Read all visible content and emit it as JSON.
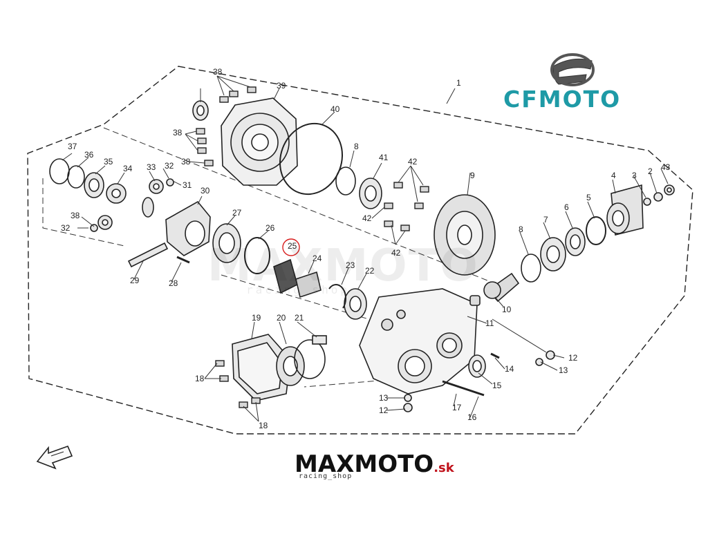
{
  "brand": {
    "cfmoto_logo_text": "CFMOTO",
    "cfmoto_color": "#1e9aa6",
    "shop_logo_text": "MAXMOTO",
    "shop_logo_suffix": ".sk",
    "shop_tagline": "racing_shop",
    "watermark": "MAXMOTO",
    "watermark_sub": "racing_shop"
  },
  "highlight": {
    "part": "25",
    "color": "#d81e1e"
  },
  "parts": [
    {
      "id": "1",
      "name": "part-1"
    },
    {
      "id": "2",
      "name": "part-2"
    },
    {
      "id": "3",
      "name": "part-3"
    },
    {
      "id": "4",
      "name": "part-4"
    },
    {
      "id": "5",
      "name": "part-5"
    },
    {
      "id": "6",
      "name": "part-6"
    },
    {
      "id": "7",
      "name": "part-7"
    },
    {
      "id": "8",
      "name": "part-8-upper"
    },
    {
      "id": "8",
      "name": "part-8-lower"
    },
    {
      "id": "9",
      "name": "part-9"
    },
    {
      "id": "10",
      "name": "part-10"
    },
    {
      "id": "11",
      "name": "part-11"
    },
    {
      "id": "12",
      "name": "part-12-right"
    },
    {
      "id": "13",
      "name": "part-13-right"
    },
    {
      "id": "14",
      "name": "part-14"
    },
    {
      "id": "15",
      "name": "part-15-right"
    },
    {
      "id": "16",
      "name": "part-16"
    },
    {
      "id": "17",
      "name": "part-17"
    },
    {
      "id": "13",
      "name": "part-13-bottom"
    },
    {
      "id": "12",
      "name": "part-12-bottom"
    },
    {
      "id": "18",
      "name": "part-18-left"
    },
    {
      "id": "18",
      "name": "part-18-bottom"
    },
    {
      "id": "19",
      "name": "part-19"
    },
    {
      "id": "20",
      "name": "part-20"
    },
    {
      "id": "21",
      "name": "part-21"
    },
    {
      "id": "22",
      "name": "part-22"
    },
    {
      "id": "23",
      "name": "part-23"
    },
    {
      "id": "24",
      "name": "part-24"
    },
    {
      "id": "25",
      "name": "part-25"
    },
    {
      "id": "26",
      "name": "part-26"
    },
    {
      "id": "27",
      "name": "part-27"
    },
    {
      "id": "28",
      "name": "part-28"
    },
    {
      "id": "29",
      "name": "part-29"
    },
    {
      "id": "30",
      "name": "part-30"
    },
    {
      "id": "31",
      "name": "part-31"
    },
    {
      "id": "32",
      "name": "part-32-top"
    },
    {
      "id": "32",
      "name": "part-32-left"
    },
    {
      "id": "33",
      "name": "part-33"
    },
    {
      "id": "34",
      "name": "part-34"
    },
    {
      "id": "35",
      "name": "part-35"
    },
    {
      "id": "36",
      "name": "part-36"
    },
    {
      "id": "37",
      "name": "part-37"
    },
    {
      "id": "38",
      "name": "part-38-top"
    },
    {
      "id": "38",
      "name": "part-38-mid"
    },
    {
      "id": "38",
      "name": "part-38-low"
    },
    {
      "id": "38",
      "name": "part-38-left"
    },
    {
      "id": "39",
      "name": "part-39"
    },
    {
      "id": "40",
      "name": "part-40"
    },
    {
      "id": "41",
      "name": "part-41"
    },
    {
      "id": "42",
      "name": "part-42-top"
    },
    {
      "id": "42",
      "name": "part-42-mid"
    },
    {
      "id": "42",
      "name": "part-42-low"
    },
    {
      "id": "43",
      "name": "part-43"
    }
  ]
}
